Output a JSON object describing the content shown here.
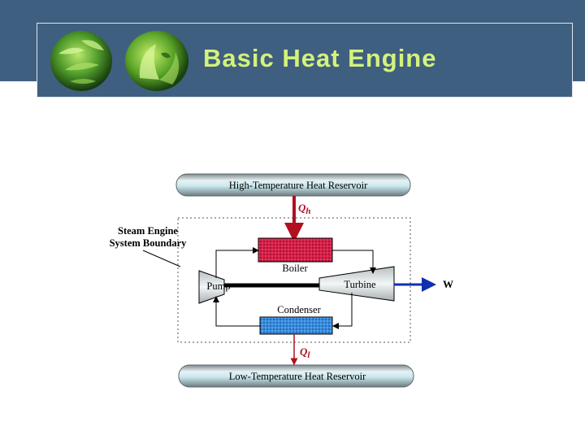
{
  "slide": {
    "title": "Basic Heat Engine"
  },
  "diagram": {
    "high_reservoir": "High-Temperature Heat Reservoir",
    "low_reservoir": "Low-Temperature Heat Reservoir",
    "system_boundary_line1": "Steam Engine",
    "system_boundary_line2": "System Boundary",
    "boiler": "Boiler",
    "condenser": "Condenser",
    "pump": "Pump",
    "turbine": "Turbine",
    "qh_symbol": "Q",
    "qh_sub": "h",
    "ql_symbol": "Q",
    "ql_sub": "l",
    "work": "W"
  },
  "colors": {
    "header_bg": "#3f5f80",
    "title": "#d4f27a",
    "heat_arrow": "#b01020",
    "work_arrow": "#1030b0",
    "boiler_fill": "#d8204a",
    "condenser_fill": "#3a8ee0"
  },
  "icons": [
    "leaf-sphere-icon",
    "leaf-sphere-icon"
  ]
}
